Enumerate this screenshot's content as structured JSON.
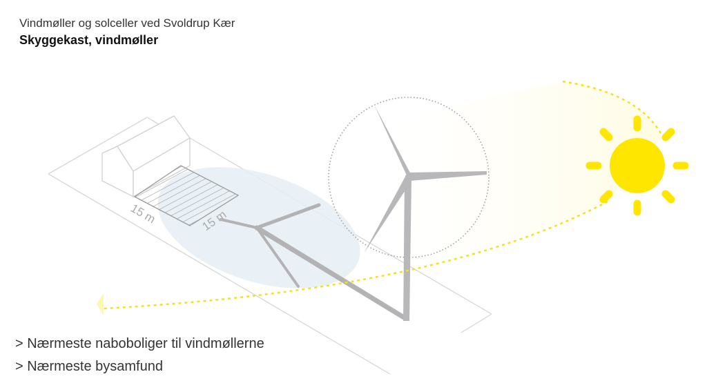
{
  "header": {
    "title": "Vindmøller og solceller ved Svoldrup Kær",
    "subtitle": "Skyggekast, vindmøller"
  },
  "diagram": {
    "dimension_labels": [
      "15 m",
      "15 m"
    ],
    "icons": [
      "house-icon",
      "wind-turbine-icon",
      "sun-icon"
    ],
    "colors": {
      "sun": "#ffe600",
      "shadow": "#e6eef4",
      "turbine": "#b8b8ba",
      "lines": "#cfcfcf"
    }
  },
  "bullets": [
    "> Nærmeste naboboliger til vindmøllerne",
    "> Nærmeste bysamfund"
  ]
}
